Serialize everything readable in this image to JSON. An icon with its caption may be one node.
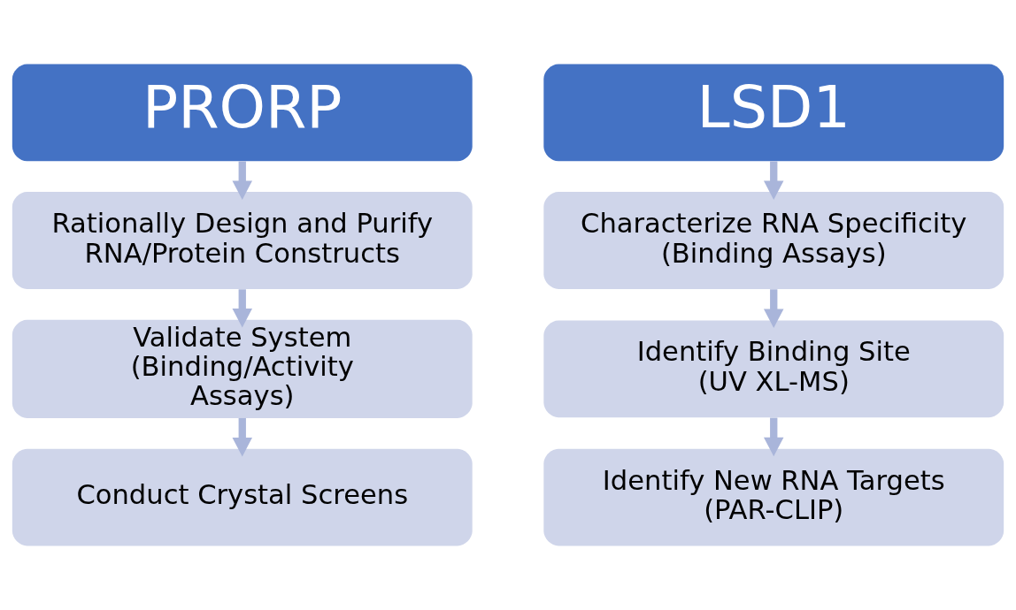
{
  "diagram": {
    "nodes": [
      {
        "text": [
          "PRORP"
        ]
      },
      {
        "text": [
          "Rationally Design and Purify RNA/Protein Constructs"
        ]
      },
      {
        "text": [
          "Validate System (Binding/Activity Assays)"
        ]
      },
      {
        "text": [
          "Conduct Crystal Screens"
        ]
      },
      {
        "text": [
          "LSD1"
        ]
      },
      {
        "text": [
          "Characterize RNA Specificity (Binding Assays)"
        ]
      },
      {
        "text": [
          "Identify Binding Site (UV XL-MS)"
        ]
      },
      {
        "text": [
          "Identify New RNA Targets (PAR-CLIP)"
        ]
      }
    ],
    "edges": [
      {
        "from": 0,
        "to": 1,
        "arrow": "to"
      },
      {
        "from": 1,
        "to": 2,
        "arrow": "to"
      },
      {
        "from": 2,
        "to": 3,
        "arrow": "to"
      },
      {
        "from": 4,
        "to": 5,
        "arrow": "to"
      },
      {
        "from": 5,
        "to": 6,
        "arrow": "to"
      },
      {
        "from": 6,
        "to": 7,
        "arrow": "to"
      }
    ]
  }
}
